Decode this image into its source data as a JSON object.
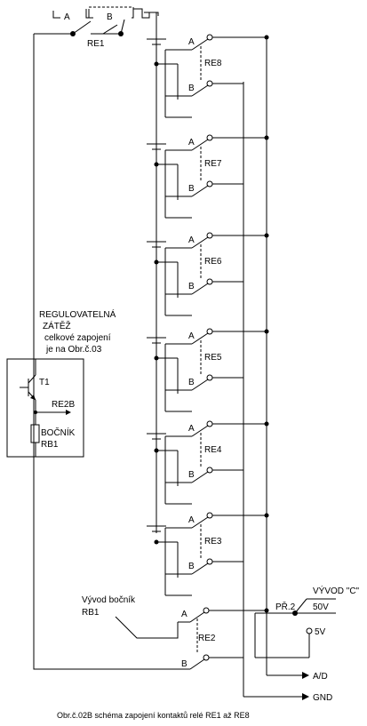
{
  "labels": {
    "re1_a": "A",
    "re1_b": "B",
    "re1": "RE1",
    "load_title": "REGULOVATELNÁ",
    "load_line2": "ZÁTĚŽ",
    "load_line3": "celkové zapojení",
    "load_line4": "je na Obr.č.03",
    "t1": "T1",
    "re2b": "RE2B",
    "bocnik": "BOČNÍK",
    "rb1": "RB1",
    "vyvod_bocnik": "Vývod bočník",
    "vyvod_bocnik_rb1": "RB1",
    "pr2": "PŘ.2",
    "vyvod_c": "VÝVOD \"C\"",
    "v50": "50V",
    "v5": "5V",
    "ad": "A/D",
    "gnd": "GND",
    "caption": "Obr.č.02B schéma zapojení kontaktů relé RE1 až RE8"
  },
  "relays": [
    {
      "name": "RE8",
      "a": "A",
      "b": "B"
    },
    {
      "name": "RE7",
      "a": "A",
      "b": "B"
    },
    {
      "name": "RE6",
      "a": "A",
      "b": "B"
    },
    {
      "name": "RE5",
      "a": "A",
      "b": "B"
    },
    {
      "name": "RE4",
      "a": "A",
      "b": "B"
    },
    {
      "name": "RE3",
      "a": "A",
      "b": "B"
    },
    {
      "name": "RE2",
      "a": "A",
      "b": "B"
    }
  ]
}
